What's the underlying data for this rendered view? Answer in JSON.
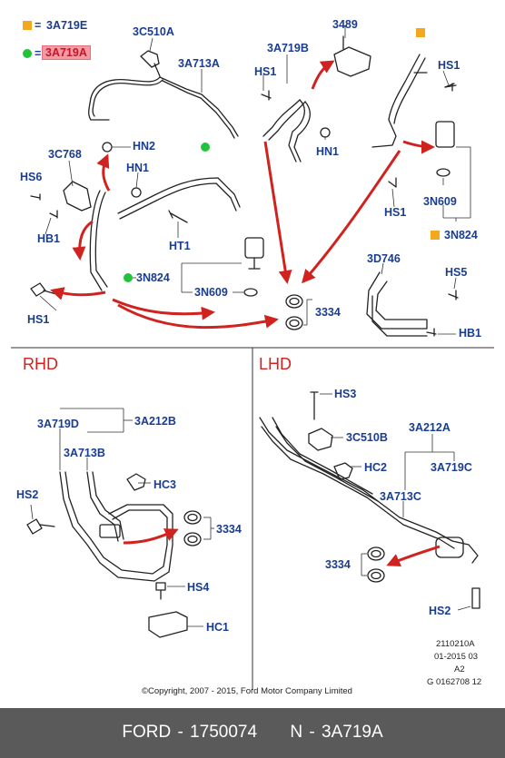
{
  "legend": {
    "item1_label": "3A719E",
    "item2_label": "3A719A",
    "item1_marker_color": "#f4a81d",
    "item2_marker_color": "#22c33a",
    "equals": "="
  },
  "callouts": {
    "c_3C510A": "3C510A",
    "c_3A713A": "3A713A",
    "c_3C768": "3C768",
    "c_HN2": "HN2",
    "c_HN1_left": "HN1",
    "c_HS6": "HS6",
    "c_HB1_left": "HB1",
    "c_HT1": "HT1",
    "c_HS1_left": "HS1",
    "c_3N824_mid": "3N824",
    "c_3N609_mid": "3N609",
    "c_3489": "3489",
    "c_3A719B": "3A719B",
    "c_HS1_mid": "HS1",
    "c_HN1_mid": "HN1",
    "c_3334_top": "3334",
    "c_HS1_right": "HS1",
    "c_3N609_right": "3N609",
    "c_HS1_right2": "HS1",
    "c_3N824_right": "3N824",
    "c_3D746": "3D746",
    "c_HS5": "HS5",
    "c_HB1_right": "HB1",
    "c_3A719D": "3A719D",
    "c_3A212B": "3A212B",
    "c_3A713B": "3A713B",
    "c_HC3": "HC3",
    "c_HS2_rhd": "HS2",
    "c_3334_rhd": "3334",
    "c_HS4": "HS4",
    "c_HC1": "HC1",
    "c_HS3": "HS3",
    "c_3C510B": "3C510B",
    "c_3A212A": "3A212A",
    "c_HC2": "HC2",
    "c_3A719C": "3A719C",
    "c_3A713C": "3A713C",
    "c_3334_lhd": "3334",
    "c_HS2_lhd": "HS2"
  },
  "sections": {
    "rhd": "RHD",
    "lhd": "LHD"
  },
  "meta": {
    "ref1": "2110210A",
    "ref2": "01-2015 03",
    "ref3": "A2",
    "ref4": "G 0162708 12",
    "copyright": "©Copyright, 2007 - 2015, Ford Motor Company Limited"
  },
  "footer": {
    "text": "FORD - 1750074     N - 3A719A"
  },
  "colors": {
    "label_blue": "#1a3d8f",
    "arrow_red": "#d0231f",
    "footer_bg": "#5a5a5a"
  }
}
